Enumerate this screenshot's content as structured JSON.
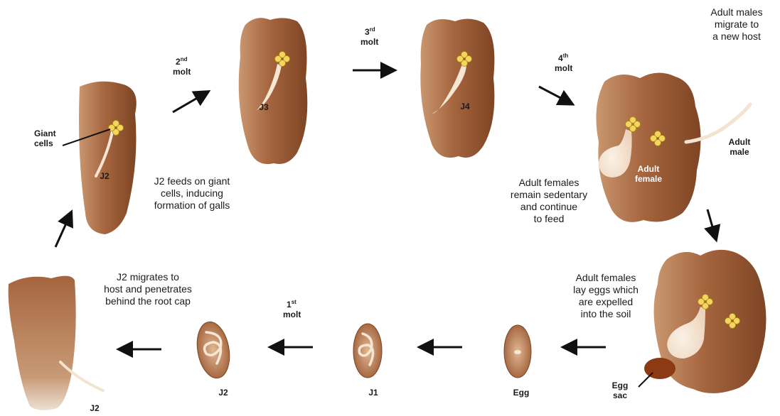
{
  "colors": {
    "root_light": "#c99770",
    "root_mid": "#a5653e",
    "root_dark": "#7e4524",
    "giant_cell": "#f3d75c",
    "giant_cell_edge": "#b08a18",
    "worm": "#f6e6d4",
    "egg_sac": "#8c3a14",
    "arrow": "#111111"
  },
  "stages": {
    "j2_in_root": "J2",
    "j3": "J3",
    "j4": "J4",
    "adult_female": "Adult\nfemale",
    "adult_male": "Adult\nmale",
    "egg": "Egg",
    "j1": "J1",
    "j2_in_egg": "J2",
    "j2_penetrating": "J2",
    "egg_sac": "Egg\nsac",
    "giant_cells": "Giant\ncells"
  },
  "molts": {
    "first": {
      "num": "1",
      "sup": "st",
      "word": "molt"
    },
    "second": {
      "num": "2",
      "sup": "nd",
      "word": "molt"
    },
    "third": {
      "num": "3",
      "sup": "rd",
      "word": "molt"
    },
    "fourth": {
      "num": "4",
      "sup": "th",
      "word": "molt"
    }
  },
  "captions": {
    "j2_feeds": "J2 feeds on giant\ncells, inducing\nformation of galls",
    "adult_males": "Adult males\nmigrate to\na new host",
    "females_sedentary": "Adult females\nremain sedentary\nand continue\nto feed",
    "females_lay": "Adult females\nlay eggs which\nare expelled\ninto the soil",
    "j2_migrates": "J2 migrates to\nhost and penetrates\nbehind the root cap"
  }
}
